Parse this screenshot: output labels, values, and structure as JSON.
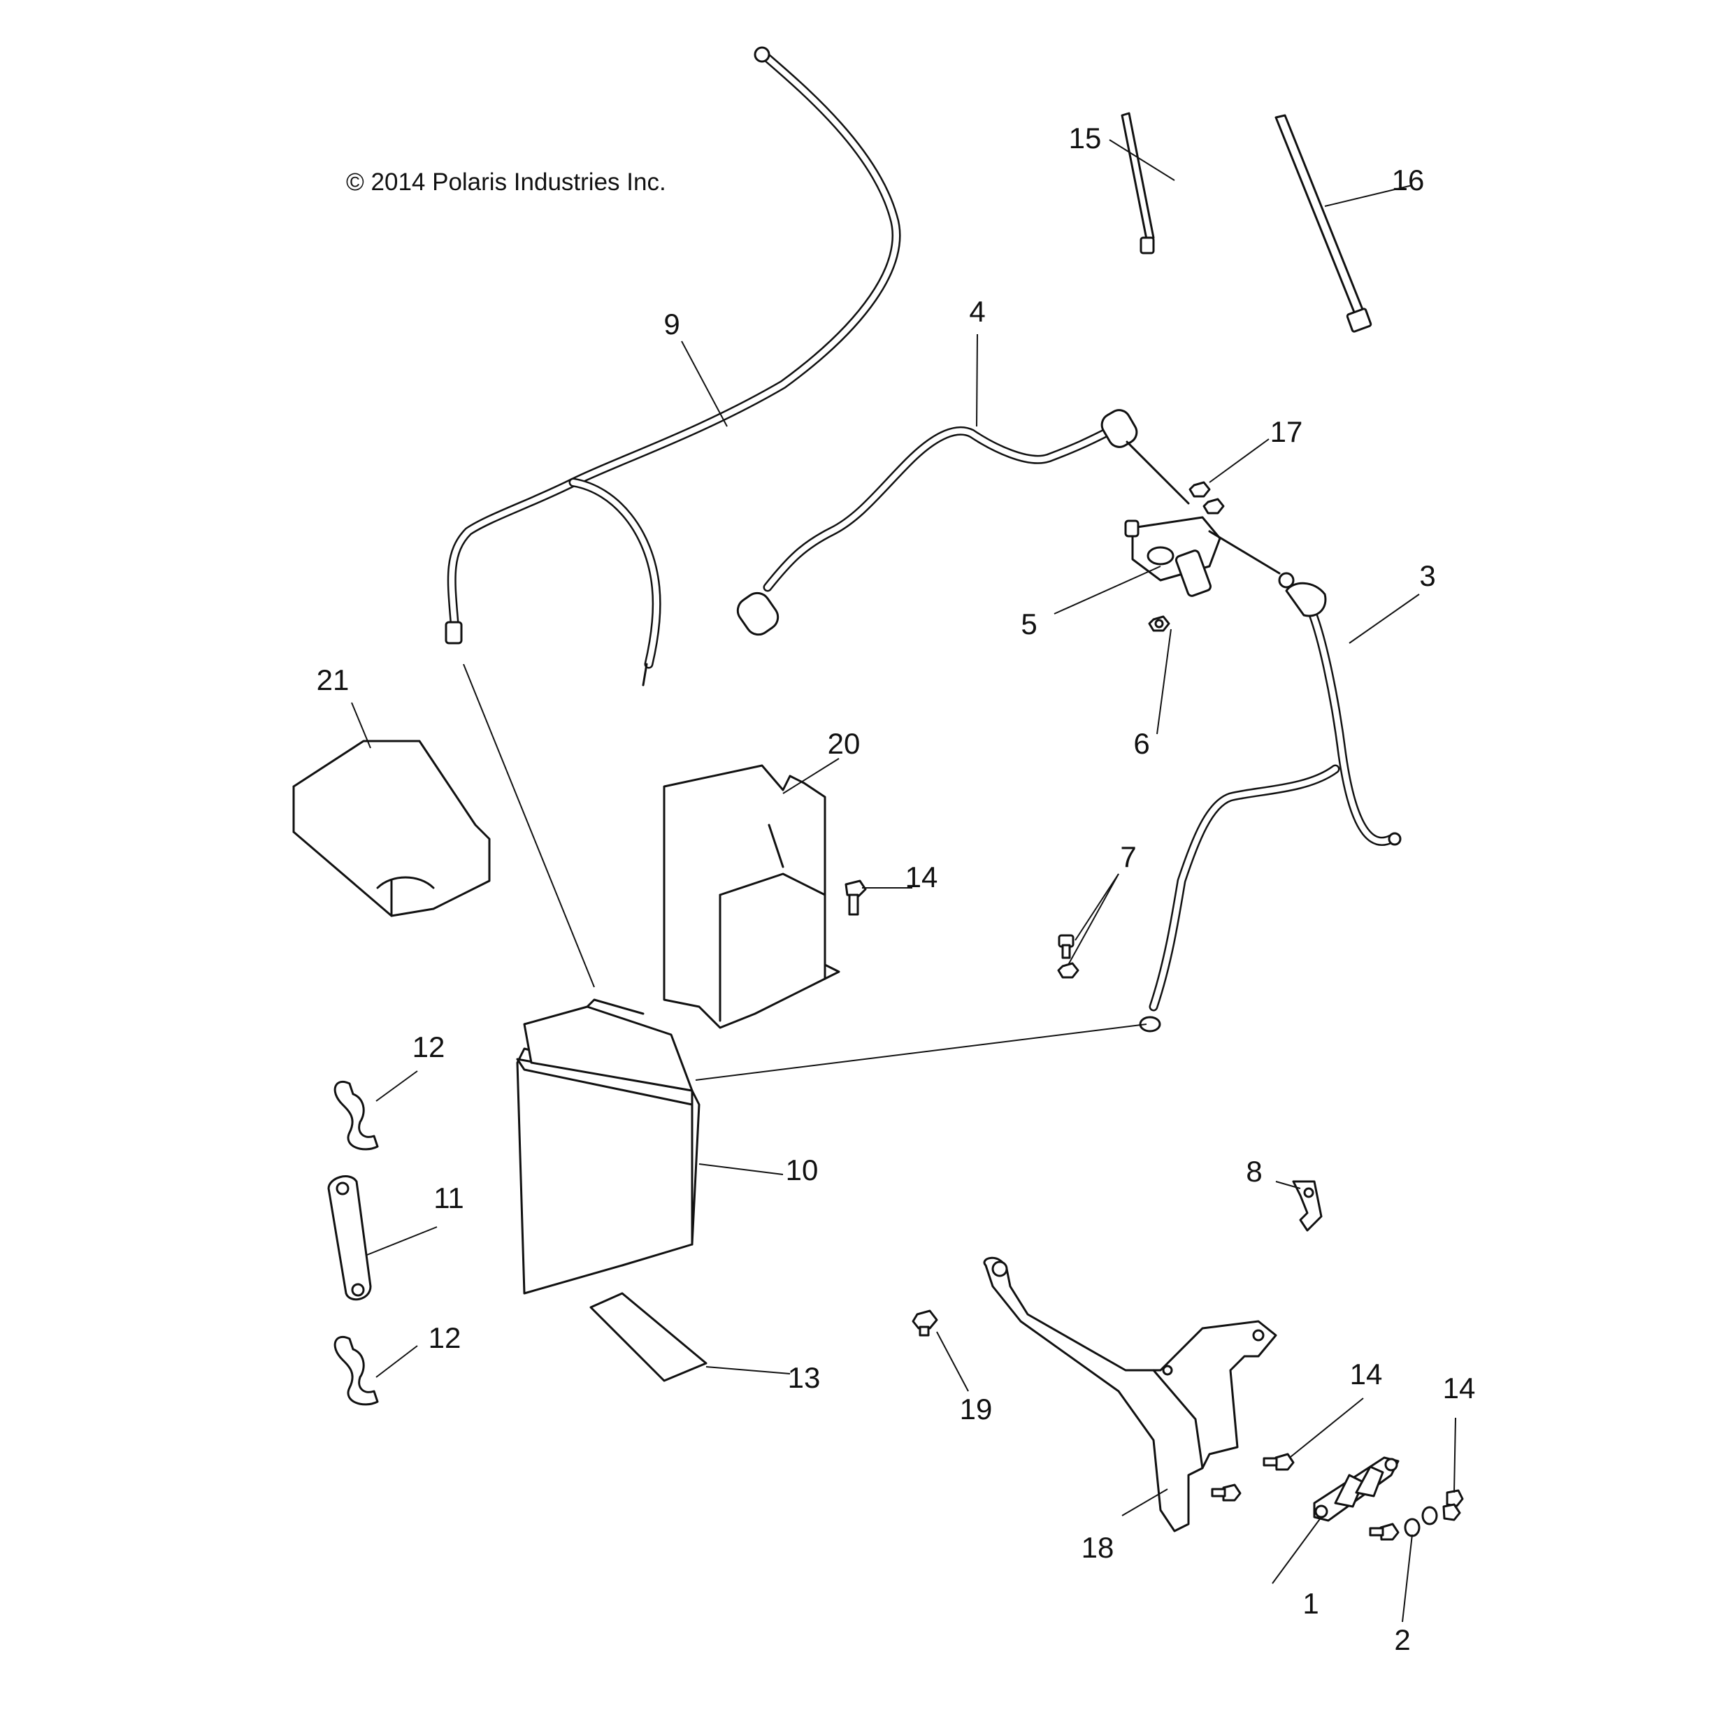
{
  "copyright": "© 2014 Polaris Industries Inc.",
  "callouts": [
    {
      "id": "1",
      "label": "1"
    },
    {
      "id": "2",
      "label": "2"
    },
    {
      "id": "3",
      "label": "3"
    },
    {
      "id": "4",
      "label": "4"
    },
    {
      "id": "5",
      "label": "5"
    },
    {
      "id": "6",
      "label": "6"
    },
    {
      "id": "7",
      "label": "7"
    },
    {
      "id": "8",
      "label": "8"
    },
    {
      "id": "9",
      "label": "9"
    },
    {
      "id": "10",
      "label": "10"
    },
    {
      "id": "11",
      "label": "11"
    },
    {
      "id": "12a",
      "label": "12"
    },
    {
      "id": "12b",
      "label": "12"
    },
    {
      "id": "13",
      "label": "13"
    },
    {
      "id": "14a",
      "label": "14"
    },
    {
      "id": "14b",
      "label": "14"
    },
    {
      "id": "14c",
      "label": "14"
    },
    {
      "id": "15",
      "label": "15"
    },
    {
      "id": "16",
      "label": "16"
    },
    {
      "id": "17",
      "label": "17"
    },
    {
      "id": "18",
      "label": "18"
    },
    {
      "id": "19",
      "label": "19"
    },
    {
      "id": "20",
      "label": "20"
    },
    {
      "id": "21",
      "label": "21"
    }
  ]
}
